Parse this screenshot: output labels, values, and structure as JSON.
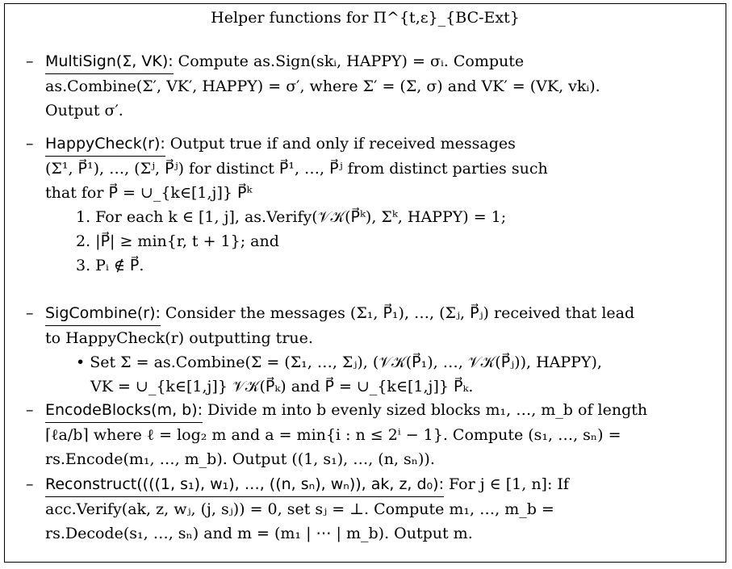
{
  "title": "Helper functions for Π^{t,ε}_{BC-Ext}",
  "items": [
    {
      "name": "MultiSign(Σ, VK):",
      "lines": [
        "Compute as.Sign(skᵢ, HAPPY) = σᵢ. Compute",
        "as.Combine(Σ′, VK′, HAPPY) = σ′, where Σ′ = (Σ, σ) and VK′ = (VK, vkᵢ).",
        "Output σ′."
      ]
    },
    {
      "name": "HappyCheck(r):",
      "lines": [
        "Output true if and only if received messages",
        "(Σ¹, P⃗¹), …, (Σʲ, P⃗ʲ) for distinct P⃗¹, …, P⃗ʲ from distinct parties such",
        "that for P⃗ = ∪_{k∈[1,j]} P⃗ᵏ"
      ],
      "sublist": [
        "1. For each k ∈ [1, j], as.Verify(𝒱𝒦(P⃗ᵏ), Σᵏ, HAPPY) = 1;",
        "2. |P⃗| ≥ min{r, t + 1}; and",
        "3. Pᵢ ∉ P⃗."
      ]
    },
    {
      "name": "SigCombine(r):",
      "lines": [
        "Consider the messages (Σ₁, P⃗₁), …, (Σⱼ, P⃗ⱼ) received that lead",
        "to HappyCheck(r) outputting true."
      ],
      "bullets": [
        "• Set Σ = as.Combine(Σ = (Σ₁, …, Σⱼ), (𝒱𝒦(P⃗₁), …, 𝒱𝒦(P⃗ⱼ)), HAPPY),",
        "VK = ∪_{k∈[1,j]} 𝒱𝒦(P⃗ₖ) and P⃗ = ∪_{k∈[1,j]} P⃗ₖ."
      ]
    },
    {
      "name": "EncodeBlocks(m, b):",
      "lines": [
        "Divide m into b evenly sized blocks m₁, …, m_b of length",
        "⌈ℓa/b⌉ where ℓ = log₂ m and a = min{i : n ≤ 2ⁱ − 1}. Compute (s₁, …, sₙ) =",
        "rs.Encode(m₁, …, m_b). Output ((1, s₁), …, (n, sₙ))."
      ]
    },
    {
      "name": "Reconstruct((((1, s₁), w₁), …, ((n, sₙ), wₙ)), ak, z, d₀):",
      "lines": [
        "For j ∈ [1, n]: If",
        "acc.Verify(ak, z, wⱼ, (j, sⱼ)) = 0, set sⱼ = ⊥. Compute m₁, …, m_b =",
        "rs.Decode(s₁, …, sₙ) and m = (m₁ | ⋯ | m_b). Output m."
      ]
    }
  ]
}
